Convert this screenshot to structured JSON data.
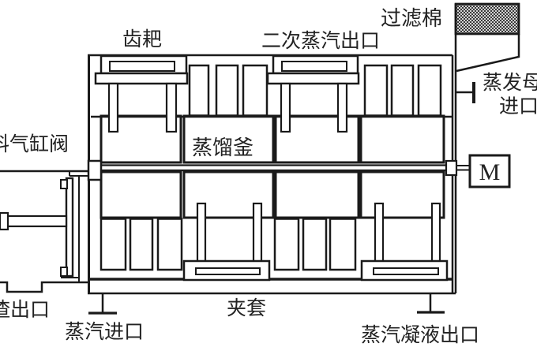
{
  "labels": {
    "rake": "齿耙",
    "secondary_steam_outlet": "二次蒸汽出口",
    "filter_cotton": "过滤棉",
    "mother_liquor_inlet_line1": "蒸发母",
    "mother_liquor_inlet_line2": "进口",
    "feed_cylinder_valve": "料气缸阀",
    "distillation_kettle": "蒸馏釜",
    "motor": "M",
    "jacket": "夹套",
    "slag_outlet": "渣出口",
    "steam_inlet": "蒸汽进口",
    "steam_condensate_outlet": "蒸汽凝液出口"
  },
  "colors": {
    "line": "#1a1a1a",
    "text": "#222222",
    "background": "#ffffff"
  }
}
